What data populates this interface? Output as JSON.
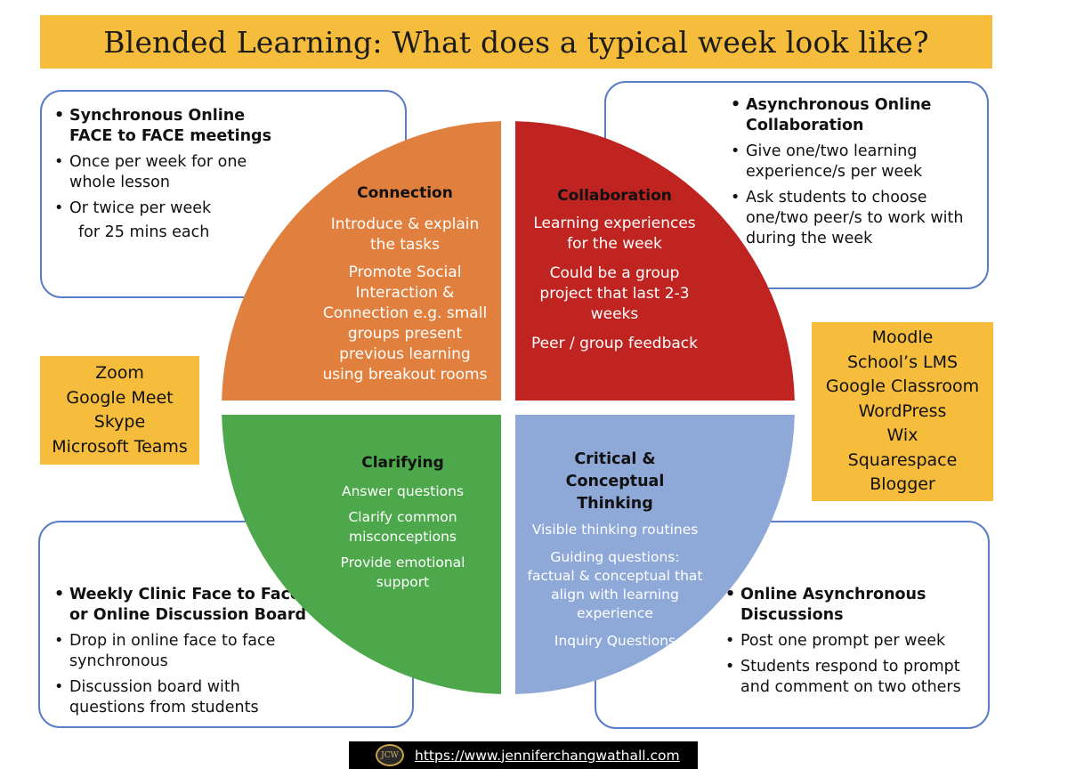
{
  "title": "Blended Learning: What does a typical week look like?",
  "boxes": {
    "top_left": {
      "heading": "Synchronous Online FACE to FACE meetings",
      "items": [
        "Once per week for one whole lesson",
        "Or twice per week",
        "for 25 mins each"
      ]
    },
    "top_right": {
      "heading": "Asynchronous Online Collaboration",
      "items": [
        "Give one/two learning experience/s per week",
        "Ask students to choose one/two peer/s to work with during the week"
      ]
    },
    "bottom_left": {
      "heading": "Weekly Clinic Face to Face or Online Discussion Board",
      "items": [
        "Drop in online face to face synchronous",
        "Discussion board with questions from students"
      ]
    },
    "bottom_right": {
      "heading": "Online Asynchronous Discussions",
      "items": [
        "Post one prompt per week",
        " Students respond to prompt and comment on two others"
      ]
    }
  },
  "tools": {
    "left": [
      "Zoom",
      "Google Meet",
      "Skype",
      "Microsoft Teams"
    ],
    "right": [
      "Moodle",
      "School’s LMS",
      "Google Classroom",
      "WordPress",
      "Wix",
      "Squarespace",
      "Blogger"
    ]
  },
  "quadrants": {
    "connection": {
      "color": "#e07f3e",
      "title": "Connection",
      "points": [
        "Introduce & explain the tasks",
        "Promote Social Interaction & Connection e.g. small groups present previous learning using breakout rooms"
      ]
    },
    "collaboration": {
      "color": "#c02420",
      "title": "Collaboration",
      "points": [
        "Learning experiences for the week",
        "Could be a group project that last 2-3 weeks",
        "Peer / group feedback"
      ]
    },
    "clarifying": {
      "color": "#4ca84a",
      "title": "Clarifying",
      "points": [
        "Answer questions",
        "Clarify common misconceptions",
        "Provide emotional support"
      ]
    },
    "critical": {
      "color": "#8ea8d8",
      "title": "Critical & Conceptual Thinking",
      "points": [
        "Visible thinking routines",
        "Guiding questions: factual & conceptual that align with learning experience",
        "Inquiry Questions"
      ]
    }
  },
  "footer": {
    "logo_text": "JCW",
    "url": "https://www.jenniferchangwathall.com"
  },
  "colors": {
    "accent_yellow": "#f6bd3c",
    "box_border": "#5b7cc6"
  }
}
